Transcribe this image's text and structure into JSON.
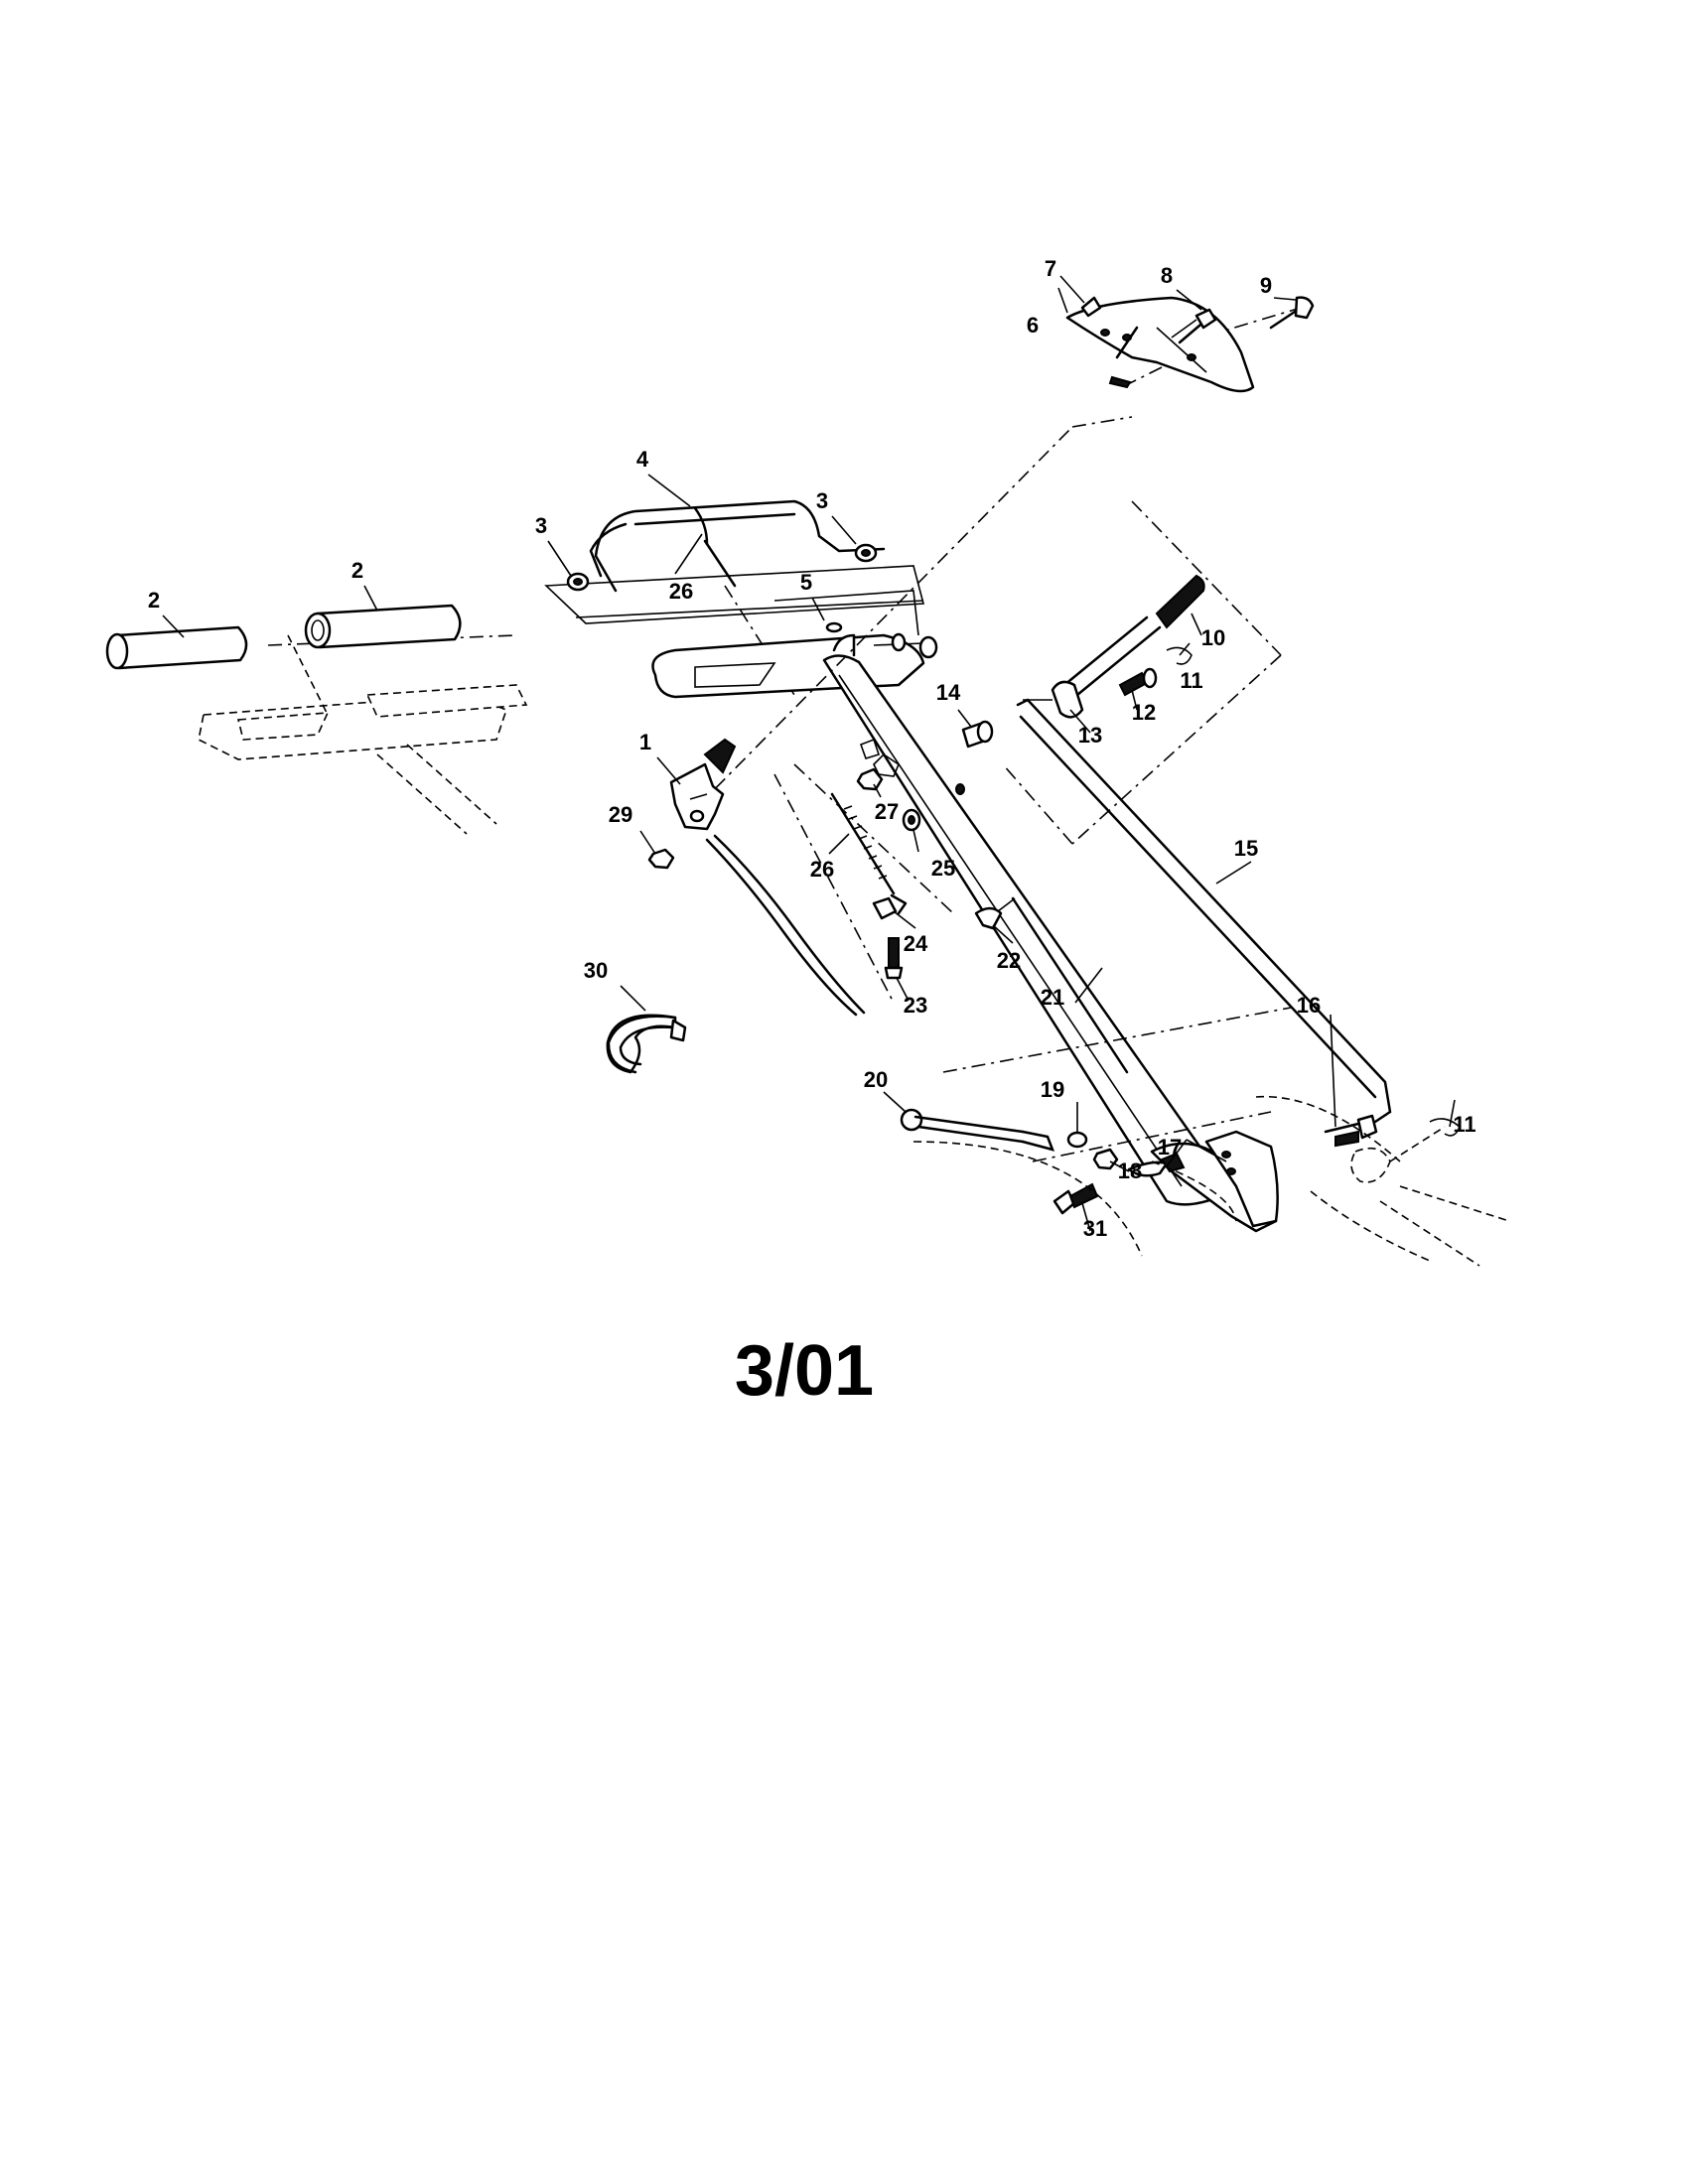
{
  "diagram": {
    "revision": "3/01",
    "callouts": [
      {
        "id": "c1",
        "text": "1"
      },
      {
        "id": "c2a",
        "text": "2"
      },
      {
        "id": "c2b",
        "text": "2"
      },
      {
        "id": "c3a",
        "text": "3"
      },
      {
        "id": "c3b",
        "text": "3"
      },
      {
        "id": "c4",
        "text": "4"
      },
      {
        "id": "c5",
        "text": "5"
      },
      {
        "id": "c6",
        "text": "6"
      },
      {
        "id": "c7",
        "text": "7"
      },
      {
        "id": "c8",
        "text": "8"
      },
      {
        "id": "c9",
        "text": "9"
      },
      {
        "id": "c10",
        "text": "10"
      },
      {
        "id": "c11a",
        "text": "11"
      },
      {
        "id": "c11b",
        "text": "11"
      },
      {
        "id": "c12",
        "text": "12"
      },
      {
        "id": "c13",
        "text": "13"
      },
      {
        "id": "c14",
        "text": "14"
      },
      {
        "id": "c15",
        "text": "15"
      },
      {
        "id": "c16",
        "text": "16"
      },
      {
        "id": "c17",
        "text": "17"
      },
      {
        "id": "c18",
        "text": "18"
      },
      {
        "id": "c19",
        "text": "19"
      },
      {
        "id": "c20",
        "text": "20"
      },
      {
        "id": "c21",
        "text": "21"
      },
      {
        "id": "c22",
        "text": "22"
      },
      {
        "id": "c23",
        "text": "23"
      },
      {
        "id": "c24",
        "text": "24"
      },
      {
        "id": "c25",
        "text": "25"
      },
      {
        "id": "c26a",
        "text": "26"
      },
      {
        "id": "c26b",
        "text": "26"
      },
      {
        "id": "c27",
        "text": "27"
      },
      {
        "id": "c29",
        "text": "29"
      },
      {
        "id": "c30",
        "text": "30"
      },
      {
        "id": "c31",
        "text": "31"
      }
    ]
  }
}
